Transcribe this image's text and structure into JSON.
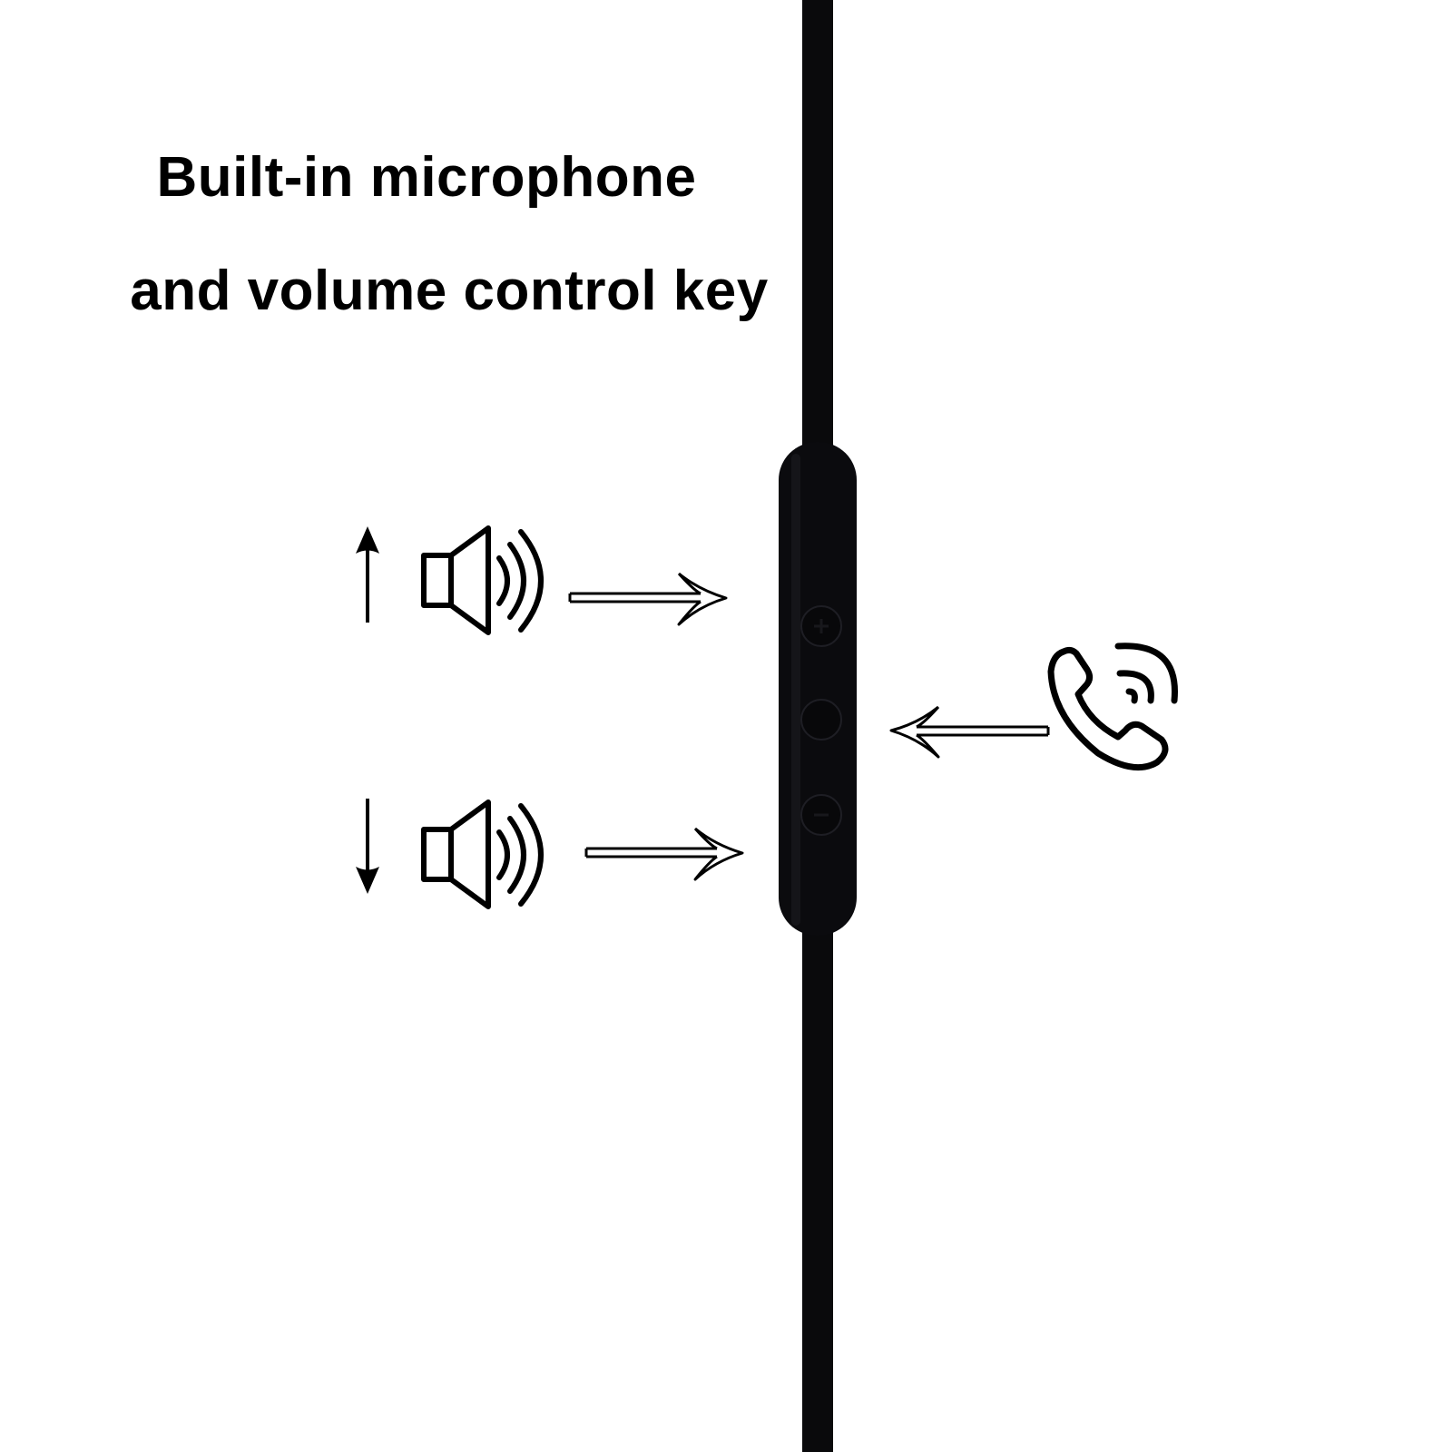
{
  "heading": {
    "line1": "Built-in microphone",
    "line2": "and volume control key"
  },
  "controls": [
    {
      "function": "volume-up",
      "icon": "speaker-icon"
    },
    {
      "function": "call-answer",
      "icon": "phone-call-icon"
    },
    {
      "function": "volume-down",
      "icon": "speaker-icon"
    }
  ],
  "colors": {
    "background": "#ffffff",
    "ink": "#000000",
    "cable": "#0a0a0c"
  }
}
